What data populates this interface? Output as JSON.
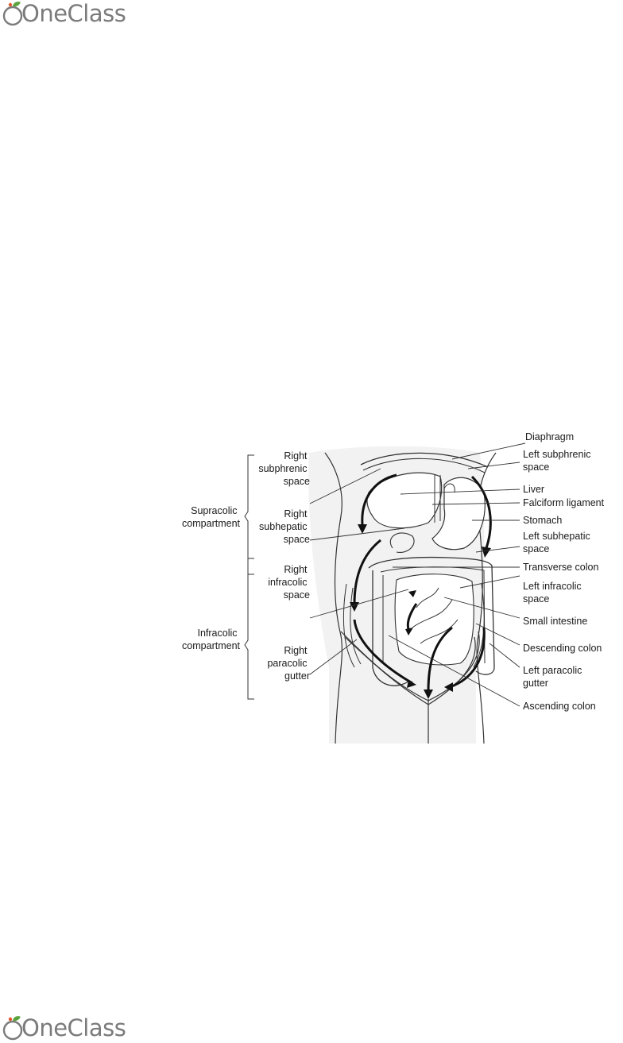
{
  "header": {
    "logo_text": "OneClass"
  },
  "footer": {
    "logo_text": "OneClass"
  },
  "colors": {
    "logo_text": "#7b7b7b",
    "logo_leaf": "#5aa33c",
    "logo_dot": "#e4572e"
  },
  "diagram": {
    "left_labels": {
      "right_subphrenic": [
        "Right",
        "subphrenic",
        "space"
      ],
      "supracolic": [
        "Supracolic",
        "compartment"
      ],
      "right_subhepatic": [
        "Right",
        "subhepatic",
        "space"
      ],
      "right_infracolic": [
        "Right",
        "infracolic",
        "space"
      ],
      "infracolic": [
        "Infracolic",
        "compartment"
      ],
      "right_paracolic": [
        "Right",
        "paracolic",
        "gutter"
      ]
    },
    "right_labels": {
      "diaphragm": "Diaphragm",
      "left_subphrenic": [
        "Left subphrenic",
        "space"
      ],
      "liver": "Liver",
      "falciform": "Falciform ligament",
      "stomach": "Stomach",
      "left_subhepatic": [
        "Left subhepatic",
        "space"
      ],
      "transverse_colon": "Transverse colon",
      "left_infracolic": [
        "Left infracolic",
        "space"
      ],
      "small_intestine": "Small intestine",
      "descending_colon": "Descending colon",
      "left_paracolic": [
        "Left paracolic",
        "gutter"
      ],
      "ascending_colon": "Ascending colon"
    }
  }
}
